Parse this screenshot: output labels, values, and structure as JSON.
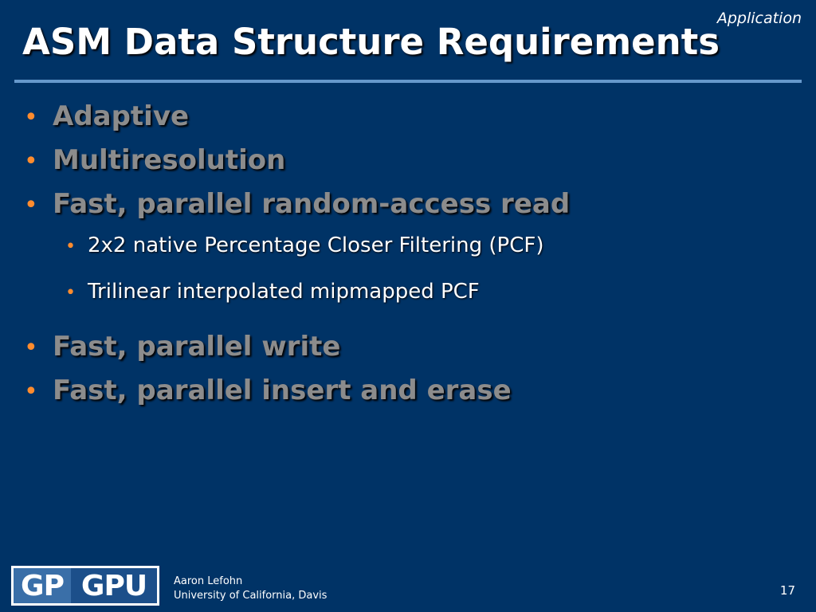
{
  "slide": {
    "section_tag": "Application",
    "title": "ASM Data Structure Requirements",
    "bullets": [
      {
        "text": "Adaptive"
      },
      {
        "text": "Multiresolution"
      },
      {
        "text": "Fast, parallel random-access read",
        "sub": [
          {
            "text": "2x2 native Percentage Closer Filtering (PCF)"
          },
          {
            "text": "Trilinear interpolated mipmapped PCF"
          }
        ]
      },
      {
        "text": "Fast, parallel write"
      },
      {
        "text": "Fast, parallel insert and erase"
      }
    ],
    "bullet_glyph": "•"
  },
  "footer": {
    "logo_part_a": "GP",
    "logo_part_b": "GPU",
    "author": "Aaron Lefohn",
    "affiliation": "University of California, Davis",
    "page_number": "17"
  },
  "colors": {
    "background": "#003366",
    "rule": "#6699cc",
    "bullet_accent": "#ff8c2e",
    "level1_text": "#8c8c8c",
    "level2_text": "#ffffff"
  }
}
